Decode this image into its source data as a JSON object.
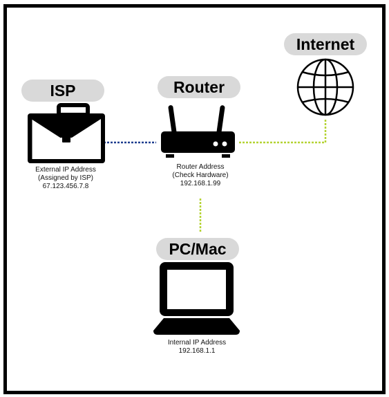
{
  "nodes": {
    "isp": {
      "label": "ISP",
      "lines": [
        "External IP Address",
        "(Assigned by ISP)",
        "67.123.456.7.8"
      ],
      "icon": "briefcase-icon"
    },
    "router": {
      "label": "Router",
      "lines": [
        "Router Address",
        "(Check Hardware)",
        "192.168.1.99"
      ],
      "icon": "router-icon"
    },
    "internet": {
      "label": "Internet",
      "icon": "globe-icon"
    },
    "pc": {
      "label": "PC/Mac",
      "lines": [
        "Internal IP Address",
        "192.168.1.1"
      ],
      "icon": "laptop-icon"
    }
  },
  "connections": [
    {
      "from": "isp",
      "to": "router",
      "color": "#1f3f8f",
      "style": "dashed"
    },
    {
      "from": "router",
      "to": "internet",
      "color": "#b5d334",
      "style": "dashed"
    },
    {
      "from": "router",
      "to": "pc",
      "color": "#b5d334",
      "style": "dashed"
    }
  ],
  "colors": {
    "label_bg": "#d9d9d9",
    "frame": "#000000",
    "icon": "#000000"
  }
}
